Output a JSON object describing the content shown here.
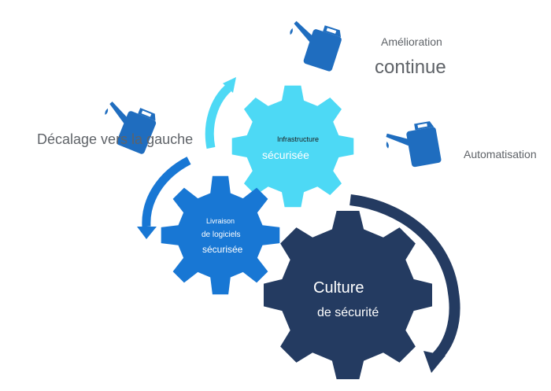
{
  "colors": {
    "gear_infrastructure": "#4DD9F5",
    "gear_livraison": "#1877D4",
    "gear_culture": "#243B61",
    "arrow_light": "#4DD9F5",
    "arrow_medium": "#1877D4",
    "arrow_dark": "#243B61",
    "oil_can": "#1F6DBF",
    "label_gray": "#5F6368"
  },
  "labels": {
    "amelioration": "Amélioration",
    "continue": "continue",
    "decalage": "Décalage vers la gauche",
    "automatisation": "Automatisation"
  },
  "gears": {
    "infrastructure": {
      "line1": "Infrastructure",
      "line2": "sécurisée"
    },
    "livraison": {
      "line1": "Livraison",
      "line2": "de logiciels",
      "line3": "sécurisée"
    },
    "culture": {
      "line1": "Culture",
      "line2": "de sécurité"
    }
  },
  "icons": [
    "oil-can-icon",
    "oil-can-icon",
    "oil-can-icon"
  ]
}
